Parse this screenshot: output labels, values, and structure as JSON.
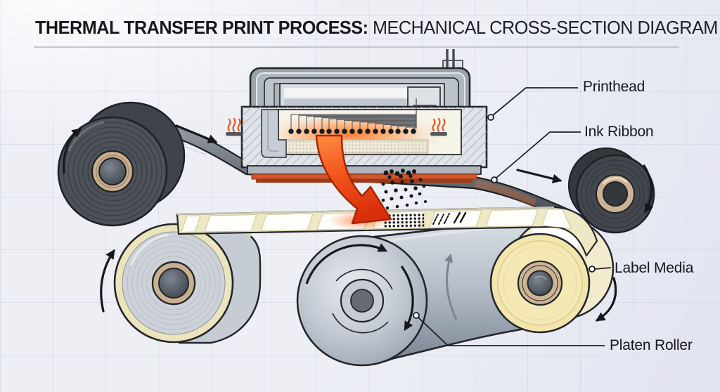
{
  "title": {
    "emphasis": "THERMAL TRANSFER PRINT PROCESS:",
    "rest": " MECHANICAL CROSS-SECTION DIAGRAM"
  },
  "callouts": {
    "printhead": "Printhead",
    "ink_ribbon": "Ink Ribbon",
    "label_media": "Label Media",
    "platen_roller": "Platen Roller"
  },
  "icons": {
    "heat": "heat-waves-icon",
    "transfer": "ink-transfer-arrow",
    "rotation": "rotation-arrow"
  },
  "colors": {
    "background": "#edeff5",
    "ink_black": "#17181c",
    "accent_orange": "#e8441a",
    "glow_orange": "#ff8a3c",
    "ribbon_gray": "#4b5055",
    "takeup_gray": "#3a3e44",
    "core_tan": "#c9b08f",
    "media_silver": "#cdd2d9",
    "liner_cream": "#efe8c4",
    "label_yellow": "#f1e5ad",
    "platen_gray": "#aeb7c2"
  }
}
